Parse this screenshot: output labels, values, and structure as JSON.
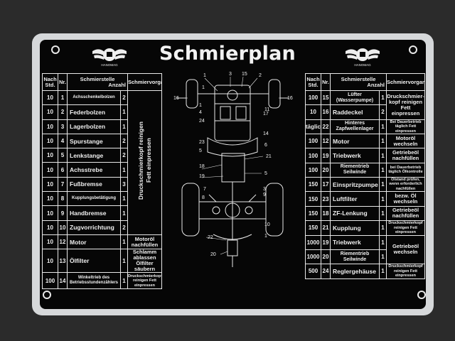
{
  "title": "Schmierplan",
  "logo_left": {
    "icon": "hanomag-emblem-icon",
    "text": "HANOMAG"
  },
  "logo_right": {
    "icon": "hanomag-emblem-icon",
    "text": "HANOMAG"
  },
  "headers": {
    "hours": "Nach Std.",
    "nr": "Nr.",
    "point": "Schmierstelle",
    "count": "Anzahl",
    "process": "Schmiervorgang"
  },
  "left_table": {
    "rows": [
      {
        "hours": "10",
        "nr": "1",
        "point": "Achsschenkelbolzen",
        "count": "2"
      },
      {
        "hours": "10",
        "nr": "2",
        "point": "Federbolzen",
        "count": "1"
      },
      {
        "hours": "10",
        "nr": "3",
        "point": "Lagerbolzen",
        "count": "1"
      },
      {
        "hours": "10",
        "nr": "4",
        "point": "Spurstange",
        "count": "2"
      },
      {
        "hours": "10",
        "nr": "5",
        "point": "Lenkstange",
        "count": "2"
      },
      {
        "hours": "10",
        "nr": "6",
        "point": "Achsstrebe",
        "count": "1"
      },
      {
        "hours": "10",
        "nr": "7",
        "point": "Fußbremse",
        "count": "3"
      },
      {
        "hours": "10",
        "nr": "8",
        "point": "Kupplungsbetätigung",
        "count": "1"
      },
      {
        "hours": "10",
        "nr": "9",
        "point": "Handbremse",
        "count": "1"
      },
      {
        "hours": "10",
        "nr": "10",
        "point": "Zugvorrichtung",
        "count": "2"
      },
      {
        "hours": "10",
        "nr": "12",
        "point": "Motor",
        "count": "1",
        "process": "Motoröl nachfüllen"
      },
      {
        "hours": "10",
        "nr": "13",
        "point": "Ölfilter",
        "count": "1",
        "process": "Schlamm ablassen Ölfilter säubern"
      },
      {
        "hours": "100",
        "nr": "14",
        "point": "Winkeltrieb des Betriebsstundenzählers",
        "count": "1",
        "process": "Druckschmierkopf reinigen Fett einpressen"
      }
    ],
    "merged_process": "Druckschmierkopf reinigen\nFett einpressen"
  },
  "right_table": {
    "rows": [
      {
        "hours": "100",
        "nr": "15",
        "point": "Lüfter (Wasserpumpe)",
        "count": "1",
        "process": "Druckschmier-kopf reinigen Fett einpressen"
      },
      {
        "hours": "10",
        "nr": "16",
        "point": "Raddeckel",
        "count": "2"
      },
      {
        "hours": "täglich",
        "nr": "22",
        "point": "Hinteres Zapfwellenlager",
        "count": "1",
        "process": "Bei Dauerbetrieb täglich Fett einpressen"
      },
      {
        "hours": "100",
        "nr": "12",
        "point": "Motor",
        "count": "1",
        "process": "Motoröl wechseln"
      },
      {
        "hours": "100",
        "nr": "19",
        "point": "Triebwerk",
        "count": "1",
        "process": "Getriebeöl nachfüllen"
      },
      {
        "hours": "100",
        "nr": "20",
        "point": "Riementrieb Seilwinde",
        "count": "1",
        "process": "bei Dauerbetrieb täglich Ölkontrolle"
      },
      {
        "hours": "150",
        "nr": "17",
        "point": "Einspritzpumpe",
        "count": "1",
        "process": "Ölstand prüfen, wenn erforderlich nachfüllen"
      },
      {
        "hours": "150",
        "nr": "23",
        "point": "Luftfilter",
        "count": "1",
        "process": "bezw. Öl wechseln"
      },
      {
        "hours": "150",
        "nr": "18",
        "point": "ZF-Lenkung",
        "count": "1",
        "process": "Getriebeöl nachfüllen"
      },
      {
        "hours": "150",
        "nr": "21",
        "point": "Kupplung",
        "count": "1",
        "process": "Druckschmierkopf reinigen Fett einpressen"
      },
      {
        "hours": "1000",
        "nr": "19",
        "point": "Triebwerk",
        "count": "1"
      },
      {
        "hours": "1000",
        "nr": "20",
        "point": "Riementrieb Seilwinde",
        "count": "1"
      },
      {
        "hours": "500",
        "nr": "24",
        "point": "Reglergehäuse",
        "count": "1",
        "process": "Druckschmierkopf reinigen Fett einpressen"
      }
    ],
    "merged_process_19_20": "Getriebeöl wechseln"
  },
  "diagram_labels": [
    "1",
    "3",
    "15",
    "2",
    "1",
    "16",
    "16",
    "1",
    "4",
    "24",
    "11",
    "17",
    "14",
    "23",
    "6",
    "5",
    "5",
    "21",
    "18",
    "19",
    "7",
    "8",
    "3",
    "9",
    "22",
    "20",
    "10",
    "1"
  ]
}
